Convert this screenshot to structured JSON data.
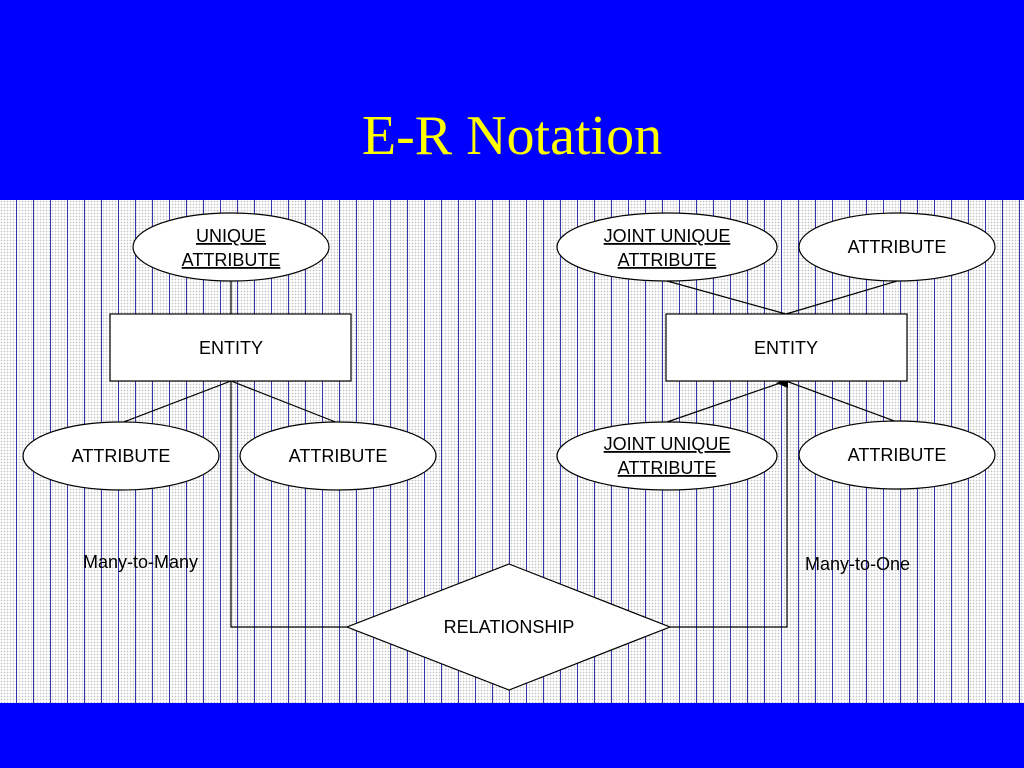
{
  "slide": {
    "title": "E-R Notation"
  },
  "diagram": {
    "left_entity": {
      "label": "ENTITY",
      "unique_attribute": [
        "UNIQUE",
        "ATTRIBUTE"
      ],
      "attribute_left": "ATTRIBUTE",
      "attribute_right": "ATTRIBUTE"
    },
    "right_entity": {
      "label": "ENTITY",
      "joint_unique_top": [
        "JOINT UNIQUE",
        "ATTRIBUTE"
      ],
      "attribute_top": "ATTRIBUTE",
      "joint_unique_bottom": [
        "JOINT UNIQUE",
        "ATTRIBUTE"
      ],
      "attribute_bottom": "ATTRIBUTE"
    },
    "relationship": {
      "label": "RELATIONSHIP"
    },
    "notes": {
      "many_to_many": "Many-to-Many",
      "many_to_one": "Many-to-One"
    }
  },
  "colors": {
    "background": "#0000ff",
    "title": "#ffff00",
    "stripe": "#3333aa"
  }
}
